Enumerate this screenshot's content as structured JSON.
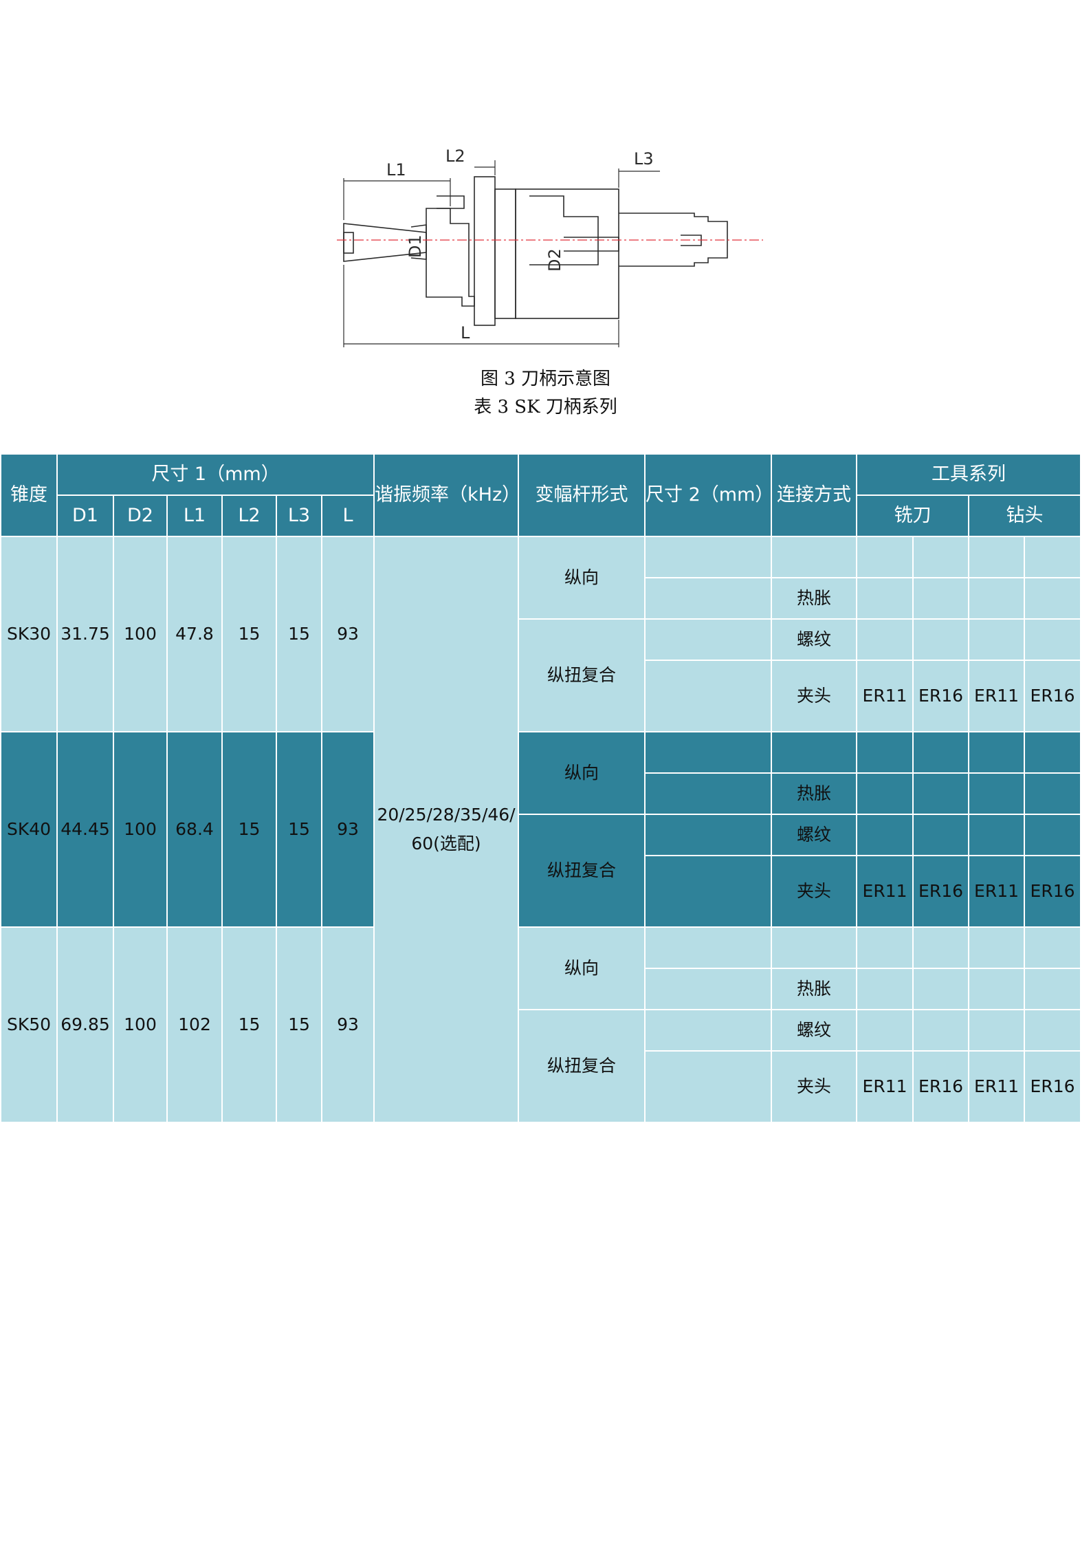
{
  "drawing": {
    "labels": {
      "l1": "L1",
      "l2": "L2",
      "l3": "L3",
      "d1": "D1",
      "d2": "D2",
      "l": "L"
    },
    "colors": {
      "line": "#2b2b2b",
      "centerline": "#e0303a"
    }
  },
  "captions": {
    "figure": "图 3  刀柄示意图",
    "table": "表 3 SK 刀柄系列"
  },
  "table": {
    "header": {
      "taper": "锥度",
      "size1": "尺寸 1（mm）",
      "freq": "谐振频率（kHz）",
      "horn": "变幅杆形式",
      "size2": "尺寸 2（mm）",
      "conn": "连接方式",
      "tools": "工具系列",
      "sub": {
        "d1": "D1",
        "d2": "D2",
        "l1": "L1",
        "l2": "L2",
        "l3": "L3",
        "l": "L"
      },
      "mill": "铣刀",
      "drill": "钻头"
    },
    "freq_value": "20/25/28/35/46/60(选配)",
    "horn_types": {
      "longitudinal": "纵向",
      "compound": "纵扭复合"
    },
    "connections": {
      "shrink": "热胀",
      "thread": "螺纹",
      "collet": "夹头"
    },
    "rows": [
      {
        "taper": "SK30",
        "d1": "31.75",
        "d2": "100",
        "l1": "47.8",
        "l2": "15",
        "l3": "15",
        "l": "93",
        "collets": [
          "ER11",
          "ER16",
          "ER11",
          "ER16"
        ]
      },
      {
        "taper": "SK40",
        "d1": "44.45",
        "d2": "100",
        "l1": "68.4",
        "l2": "15",
        "l3": "15",
        "l": "93",
        "collets": [
          "ER11",
          "ER16",
          "ER11",
          "ER16"
        ]
      },
      {
        "taper": "SK50",
        "d1": "69.85",
        "d2": "100",
        "l1": "102",
        "l2": "15",
        "l3": "15",
        "l": "93",
        "collets": [
          "ER11",
          "ER16",
          "ER11",
          "ER16"
        ]
      }
    ],
    "colors": {
      "header": "#2e7f97",
      "light": "#b6dde5",
      "dark": "#2f8299"
    }
  }
}
